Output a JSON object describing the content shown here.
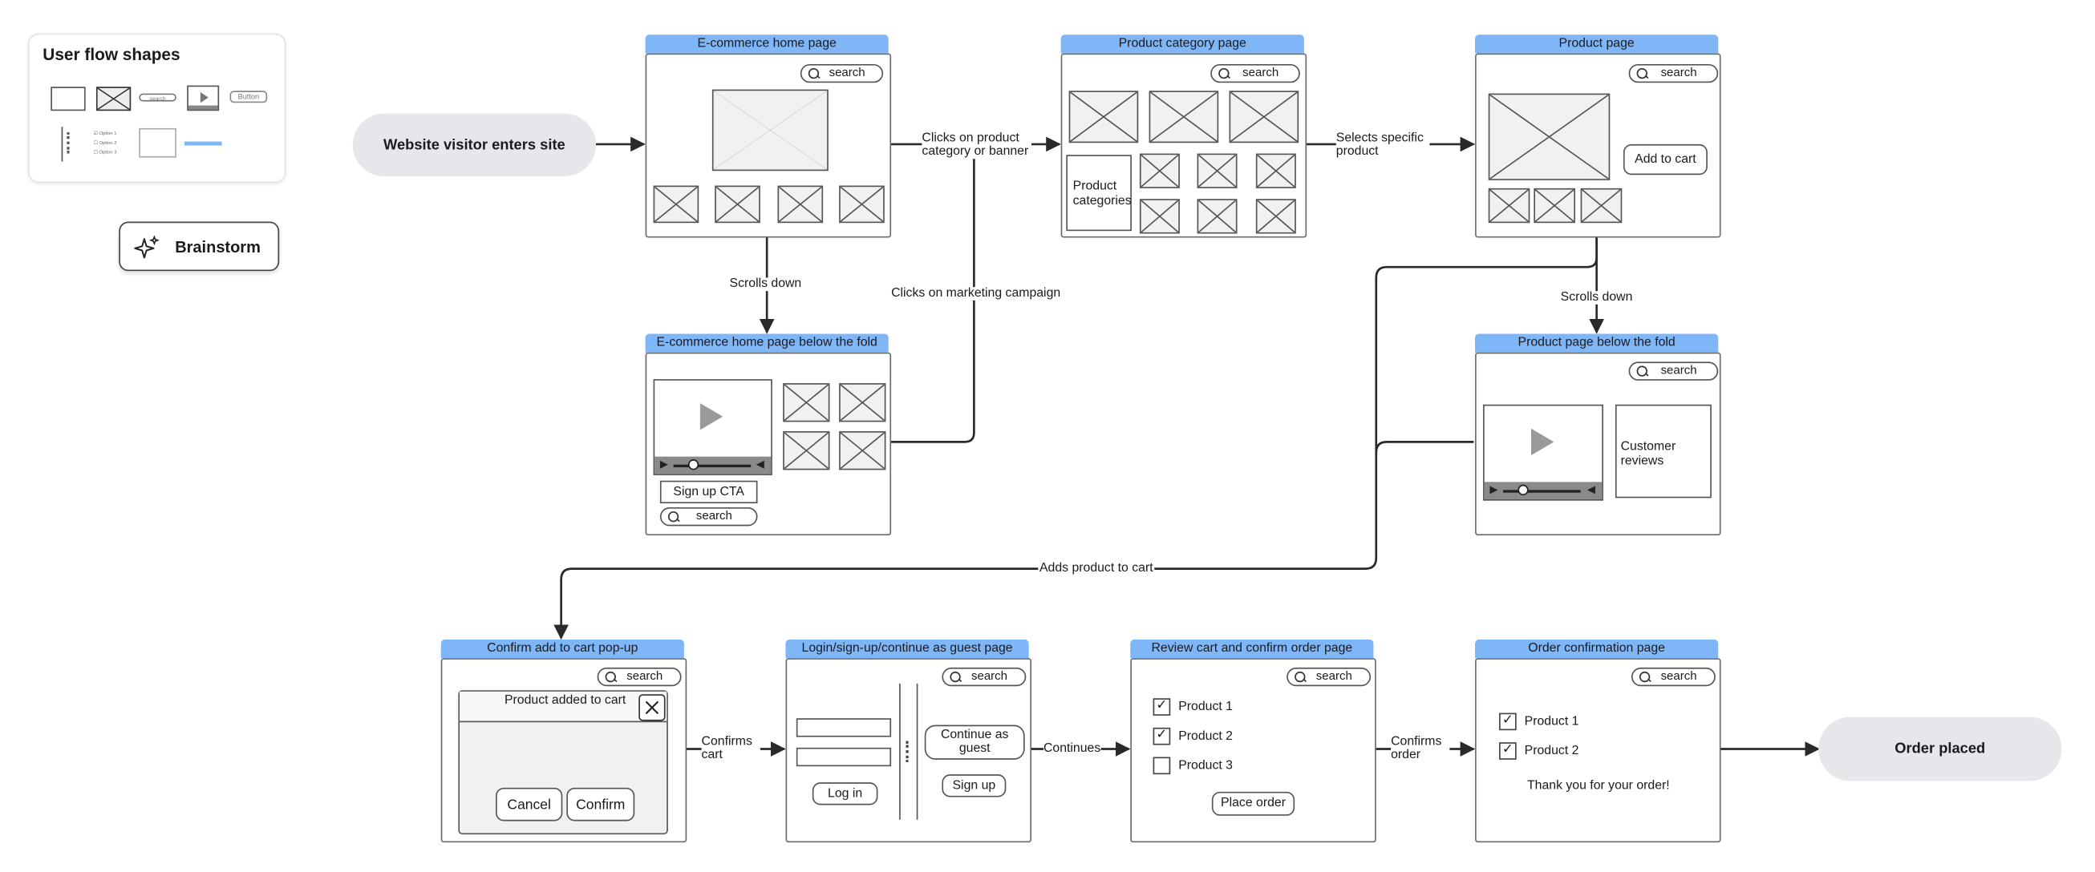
{
  "panel": {
    "title": "User flow shapes",
    "mini": {
      "search": "search",
      "button": "Button",
      "option1": "Option 1",
      "option2": "Option 2",
      "option3": "Option 3"
    }
  },
  "brainstorm": {
    "label": "Brainstorm"
  },
  "start": {
    "label": "Website visitor enters site"
  },
  "end": {
    "label": "Order placed"
  },
  "screens": {
    "home": {
      "title": "E-commerce home page",
      "search": "search"
    },
    "home_fold": {
      "title": "E-commerce home page below the fold",
      "signup": "Sign up CTA",
      "search": "search"
    },
    "category": {
      "title": "Product category page",
      "search": "search",
      "categories": "Product categories"
    },
    "product": {
      "title": "Product page",
      "search": "search",
      "add_to_cart": "Add to cart"
    },
    "product_fold": {
      "title": "Product page below the fold",
      "search": "search",
      "reviews": "Customer reviews"
    },
    "confirm_popup": {
      "title": "Confirm add to cart pop-up",
      "search": "search",
      "message": "Product added to cart",
      "cancel": "Cancel",
      "confirm": "Confirm"
    },
    "login": {
      "title": "Login/sign-up/continue as guest page",
      "search": "search",
      "login": "Log in",
      "guest": "Continue as guest",
      "signup": "Sign up"
    },
    "review": {
      "title": "Review cart and confirm order page",
      "search": "search",
      "items": [
        "Product 1",
        "Product 2",
        "Product 3"
      ],
      "place_order": "Place order"
    },
    "order_conf": {
      "title": "Order confirmation page",
      "search": "search",
      "items": [
        "Product 1",
        "Product 2"
      ],
      "thanks": "Thank you for your order!"
    }
  },
  "edges": {
    "clicks_category": "Clicks on product category or banner",
    "scrolls_down_home": "Scrolls down",
    "clicks_marketing": "Clicks on marketing campaign",
    "selects_product": "Selects specific product",
    "scrolls_down_product": "Scrolls down",
    "adds_to_cart": "Adds product to cart",
    "confirms_cart": "Confirms cart",
    "continues": "Continues",
    "confirms_order": "Confirms order"
  },
  "colors": {
    "header": "#7fb6f7",
    "pill": "#e6e7ea",
    "line": "#2a2a2a"
  }
}
